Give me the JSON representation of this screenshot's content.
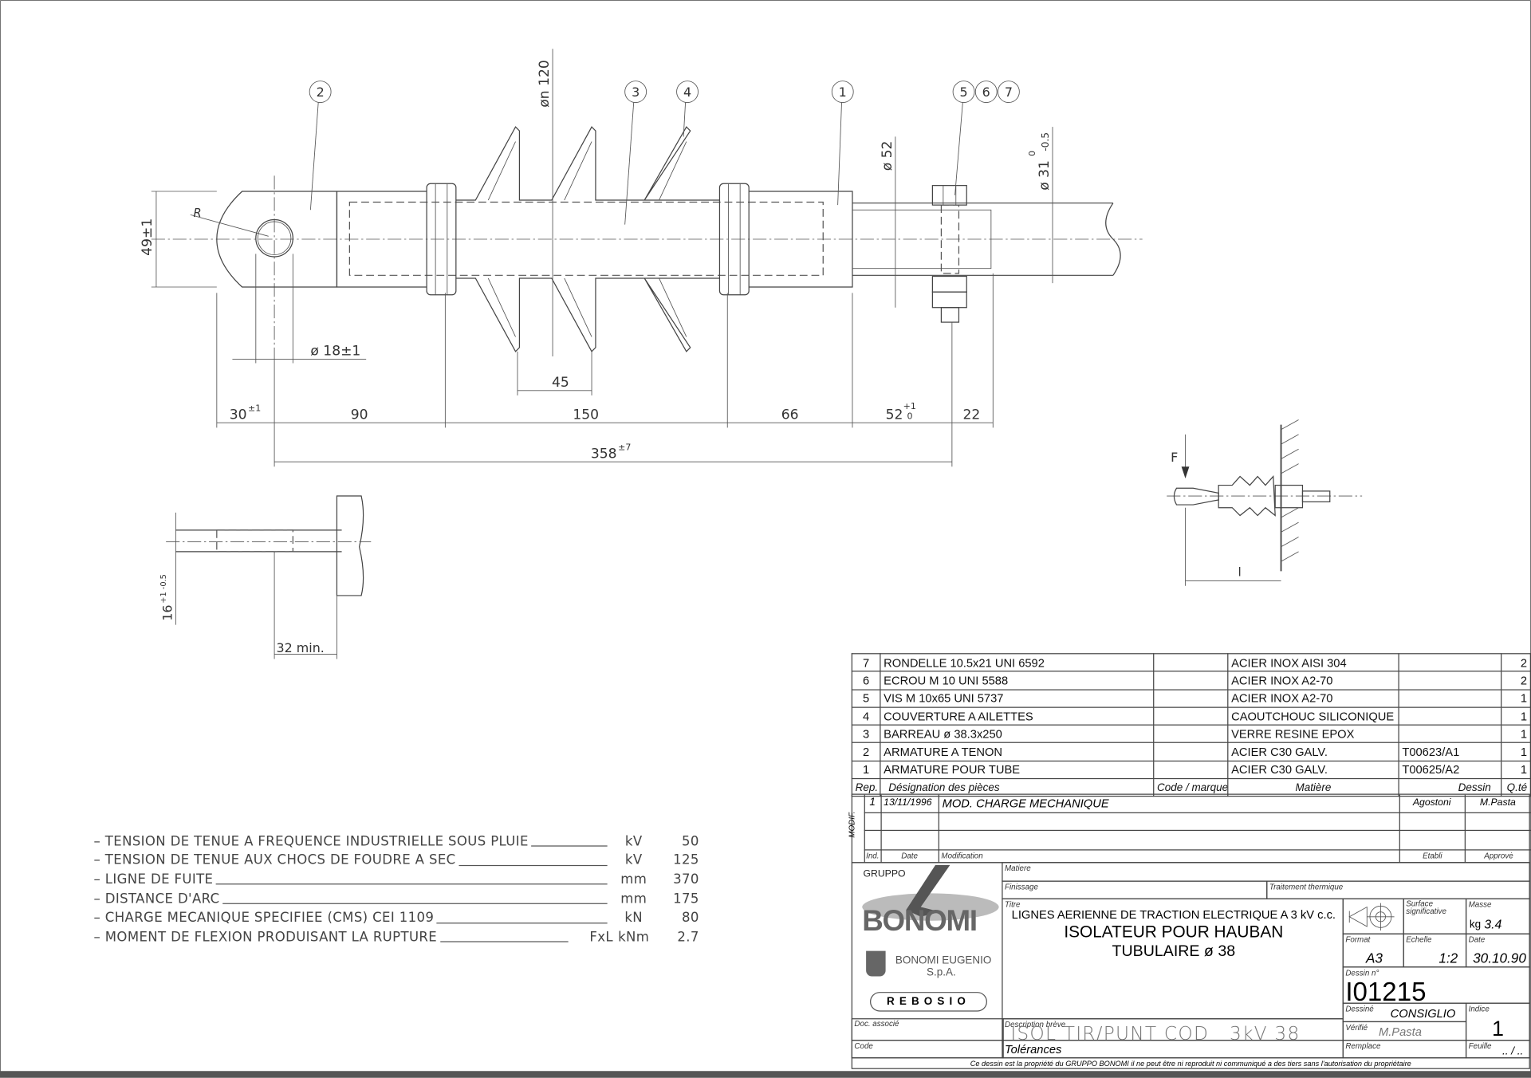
{
  "drawing": {
    "balloons": [
      "2",
      "3",
      "4",
      "1",
      "5",
      "6",
      "7"
    ],
    "dims": {
      "d30": "30",
      "d30_tol": "±1",
      "d90": "90",
      "d150": "150",
      "d66": "66",
      "d52": "52",
      "d52_tol_up": "+1",
      "d52_tol_lo": "0",
      "d22": "22",
      "d358": "358",
      "d358_tol": "±7",
      "d45": "45",
      "hole": "ø 18±1",
      "h49": "49±1",
      "shed_dia": "øn 120",
      "collar_dia": "ø 52",
      "tube_dia": "ø 31",
      "tube_tol_up": "0",
      "tube_tol_lo": "-0.5",
      "radius": "R",
      "side_thk": "16",
      "side_tol": "+1 -0.5",
      "side_min": "32 min."
    },
    "schematic": {
      "force": "F",
      "length": "l"
    }
  },
  "specs": [
    {
      "label": "– TENSION DE TENUE A FREQUENCE INDUSTRIELLE SOUS PLUIE",
      "extra": "",
      "unit": "kV",
      "value": "50"
    },
    {
      "label": "– TENSION DE TENUE AUX CHOCS DE FOUDRE A SEC",
      "extra": "",
      "unit": "kV",
      "value": "125"
    },
    {
      "label": "– LIGNE DE FUITE",
      "extra": "",
      "unit": "mm",
      "value": "370"
    },
    {
      "label": "– DISTANCE D'ARC",
      "extra": "",
      "unit": "mm",
      "value": "175"
    },
    {
      "label": "– CHARGE MECANIQUE SPECIFIEE (CMS) CEI 1109",
      "extra": "",
      "unit": "kN",
      "value": "80"
    },
    {
      "label": "– MOMENT DE FLEXION PRODUISANT LA RUPTURE",
      "extra": "FxL",
      "unit": "kNm",
      "value": "2.7"
    }
  ],
  "parts": {
    "headers": [
      "Rep.",
      "Désignation des pièces",
      "Code / marque",
      "Matière",
      "Dessin",
      "Q.té"
    ],
    "rows": [
      [
        "7",
        "RONDELLE 10.5x21 UNI 6592",
        "",
        "ACIER INOX AISI 304",
        "",
        "2"
      ],
      [
        "6",
        "ECROU M 10 UNI 5588",
        "",
        "ACIER INOX A2-70",
        "",
        "2"
      ],
      [
        "5",
        "VIS M 10x65 UNI 5737",
        "",
        "ACIER INOX A2-70",
        "",
        "1"
      ],
      [
        "4",
        "COUVERTURE A AILETTES",
        "",
        "CAOUTCHOUC SILICONIQUE",
        "",
        "1"
      ],
      [
        "3",
        "BARREAU ø 38.3x250",
        "",
        "VERRE RESINE EPOX",
        "",
        "1"
      ],
      [
        "2",
        "ARMATURE A TENON",
        "",
        "ACIER C30 GALV.",
        "T00623/A1",
        "1"
      ],
      [
        "1",
        "ARMATURE POUR TUBE",
        "",
        "ACIER C30 GALV.",
        "T00625/A2",
        "1"
      ]
    ]
  },
  "modif": {
    "side_label": "MODIF.",
    "headers": [
      "Ind.",
      "Date",
      "Modification",
      "Etabli",
      "Approvė"
    ],
    "rows": [
      [
        "1",
        "13/11/1996",
        "MOD. CHARGE MECHANIQUE",
        "Agostoni",
        "M.Pasta"
      ]
    ]
  },
  "titleblock": {
    "logo": {
      "gruppo": "GRUPPO",
      "brand": "BONOMI",
      "sub1": "BONOMI EUGENIO",
      "sub2": "S.p.A.",
      "rebosio": "REBOSIO"
    },
    "doc_associe": "Doc. associé",
    "code_label": "Code",
    "matiere_label": "Matiere",
    "finissage_label": "Finissage",
    "traitement_label": "Traitement thermique",
    "titre_label": "Titre",
    "title_line1": "LIGNES AERIENNE DE TRACTION ELECTRIQUE A 3 kV c.c.",
    "title_line2": "ISOLATEUR POUR HAUBAN",
    "title_line3": "TUBULAIRE ø 38",
    "description_label": "Description brève",
    "description": "ISOL TIR/PUNT COD   3kV 38",
    "tolerances": "Tolérances",
    "surface_label": "Surface significative",
    "masse_label": "Masse",
    "masse_unit": "kg",
    "masse": "3.4",
    "format_label": "Format",
    "format": "A3",
    "echelle_label": "Echelle",
    "echelle": "1:2",
    "date_label": "Date",
    "date": "30.10.90",
    "dessin_label": "Dessin n°",
    "dessin_no": "I01215",
    "dessine_label": "Dessiné",
    "dessine": "CONSIGLIO",
    "verifie_label": "Vérifié",
    "verifie": "M.Pasta",
    "remplace_label": "Remplace",
    "indice_label": "Indice",
    "indice": "1",
    "feuille_label": "Feuille",
    "feuille": ".. / ..",
    "footer": "Ce dessin est la propriété du GRUPPO BONOMI il ne peut être ni reproduit ni communiqué a des tiers sans l'autorisation du propriétaire"
  }
}
